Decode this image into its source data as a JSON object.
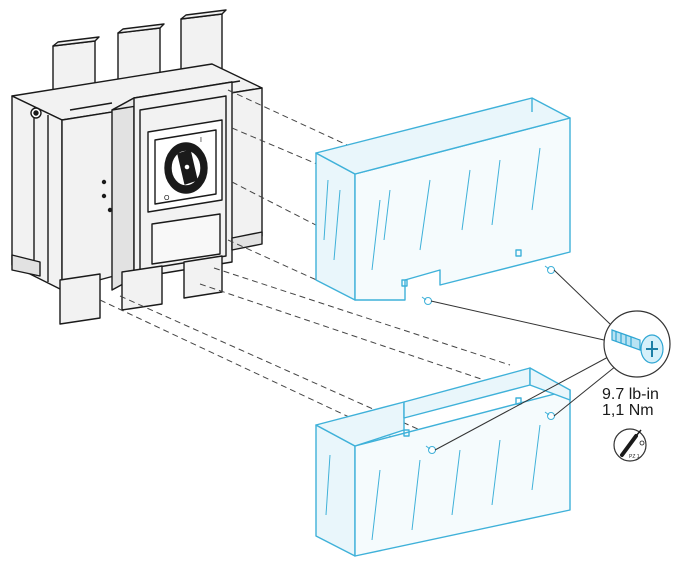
{
  "annotation": {
    "torque_imperial": "9.7 lb-in",
    "torque_metric": "1,1 Nm",
    "tool_icon": "screwdriver-icon",
    "tool_label": "PZ 1"
  },
  "colors": {
    "cover_outline": "#3fb1d9",
    "cover_fill": "#e9f6fb",
    "switch_outline": "#1a1a1a",
    "switch_fill": "#f2f2f2",
    "dashed_lines": "#444444"
  }
}
